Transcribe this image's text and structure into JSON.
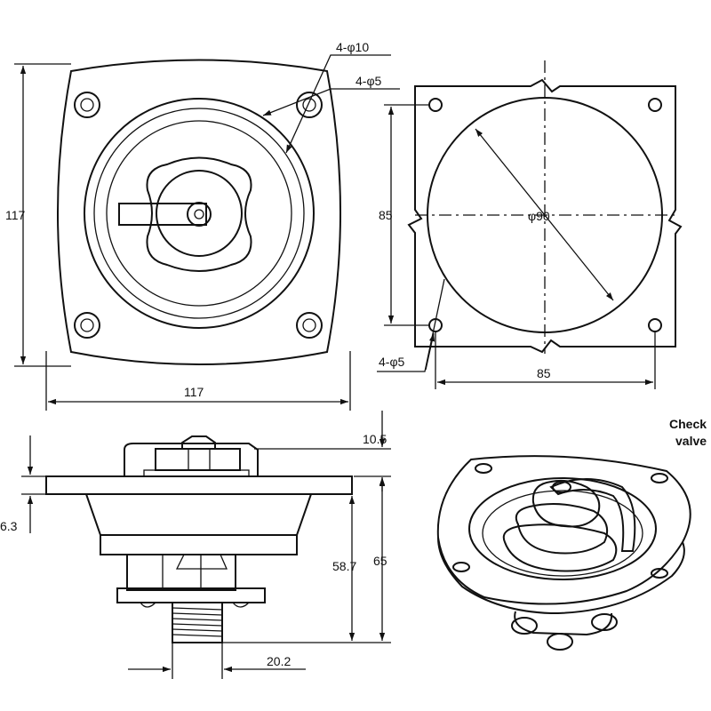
{
  "dimensions": {
    "top_width": "117",
    "top_height": "117",
    "hole_large": "4-φ10",
    "hole_small": "4-φ5",
    "cutout_height": "85",
    "cutout_width": "85",
    "cutout_diameter": "φ90",
    "cutout_holes": "4-φ5",
    "flange_thickness": "10.5",
    "flange_offset": "6.3",
    "body_height": "58.7",
    "total_height": "65",
    "thread_width": "20.2"
  },
  "annotation": {
    "line1": "Check",
    "line2": "valve"
  }
}
